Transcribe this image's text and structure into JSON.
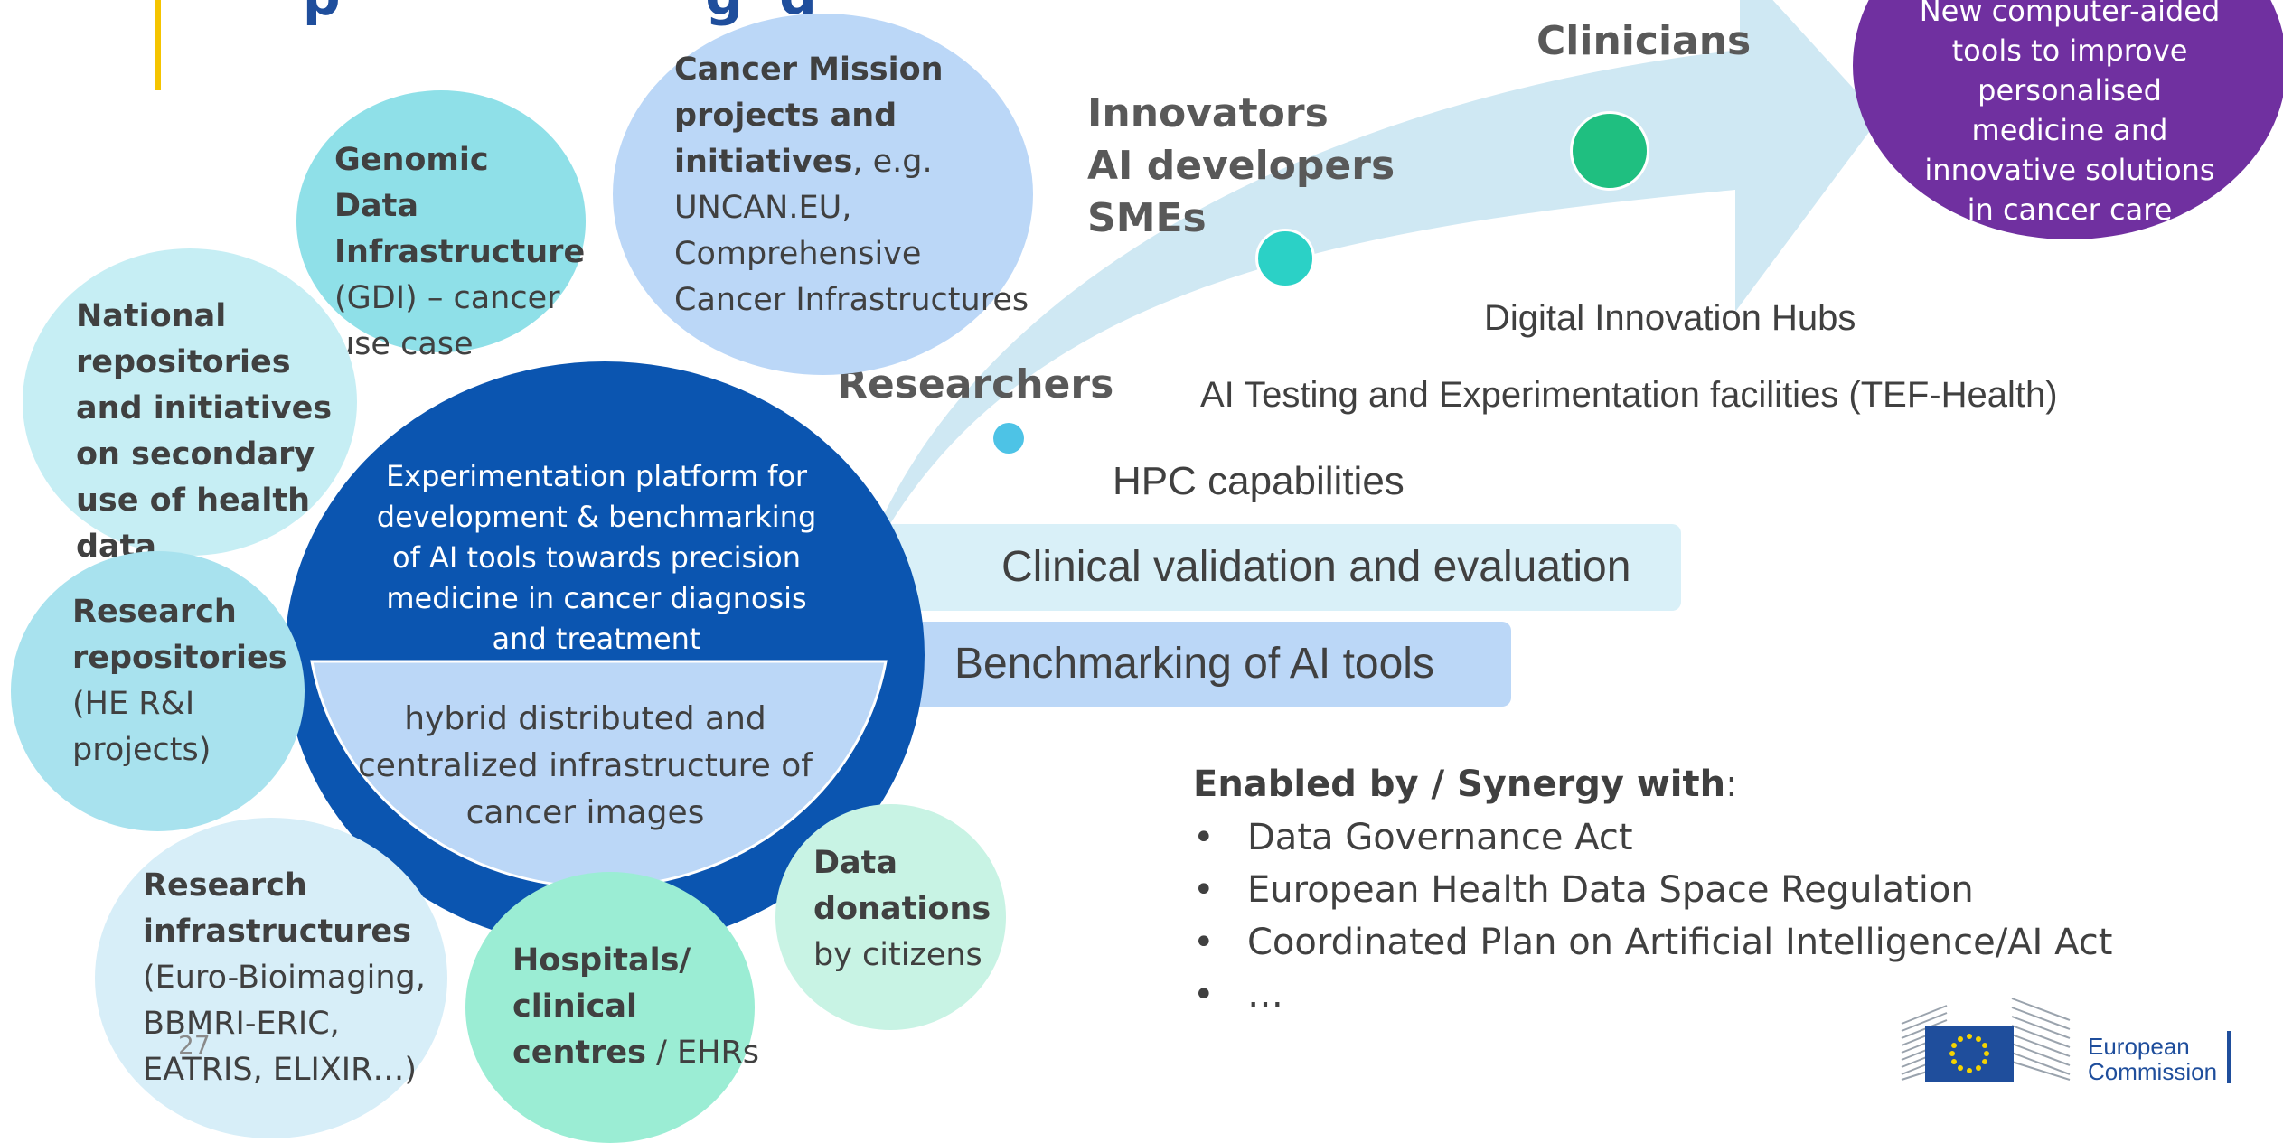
{
  "title_fragment": "p                    g  g",
  "bubbles": {
    "cancer_mission": {
      "bold": "Cancer Mission projects and initiatives",
      "rest": ", e.g. UNCAN.EU, Comprehensive Cancer Infrastructures"
    },
    "gdi": {
      "bold": "Genomic Data Infrastructure",
      "rest": " (GDI) – cancer use case"
    },
    "national": {
      "bold": "National repositories and initiatives on secondary use of health data",
      "rest": ""
    },
    "research_repos": {
      "bold": "Research repositories",
      "rest": " (HE R&I projects)"
    },
    "research_infra": {
      "bold": "Research infrastructures",
      "rest": " (Euro-Bioimaging, BBMRI-ERIC, EATRIS, ELIXIR…)"
    },
    "hospitals": {
      "bold": "Hospitals/ clinical centres",
      "rest": " / EHRs"
    },
    "donations": {
      "bold": "Data donations",
      "rest": " by citizens"
    }
  },
  "platform": {
    "top_text": "Experimentation platform for development & benchmarking of AI tools towards precision medicine in cancer diagnosis and treatment",
    "bottom_text": "hybrid distributed and centralized infrastructure of cancer images"
  },
  "actors": {
    "researchers": "Researchers",
    "innovators": "Innovators",
    "ai_developers": "AI developers",
    "smes": "SMEs",
    "clinicians": "Clinicians"
  },
  "outcome": "New computer-aided tools to improve personalised medicine and innovative solutions in cancer care",
  "layers": {
    "dih": "Digital Innovation Hubs",
    "tef": "AI Testing and Experimentation facilities (TEF-Health)",
    "hpc": "HPC capabilities",
    "clinical": "Clinical validation and evaluation",
    "benchmarking": "Benchmarking of AI tools"
  },
  "enabled": {
    "heading_bold": "Enabled by / Synergy with",
    "heading_rest": ":",
    "items": [
      "Data Governance Act",
      "European Health Data Space Regulation",
      "Coordinated Plan on Artificial Intelligence/AI Act",
      "…"
    ]
  },
  "page_number": "27",
  "logo": {
    "line1": "European",
    "line2": "Commission"
  },
  "colors": {
    "accent_bar": "#F5C400",
    "title_blue": "#1F4E9C",
    "platform_blue": "#0B55B0",
    "platform_inner": "#BBD7F7",
    "arrow": "#CFE8F3",
    "outcome_purple": "#7030A0",
    "dot_green": "#1FBF80",
    "dot_teal": "#2BD1C6",
    "dot_blue": "#4DC3E6"
  }
}
